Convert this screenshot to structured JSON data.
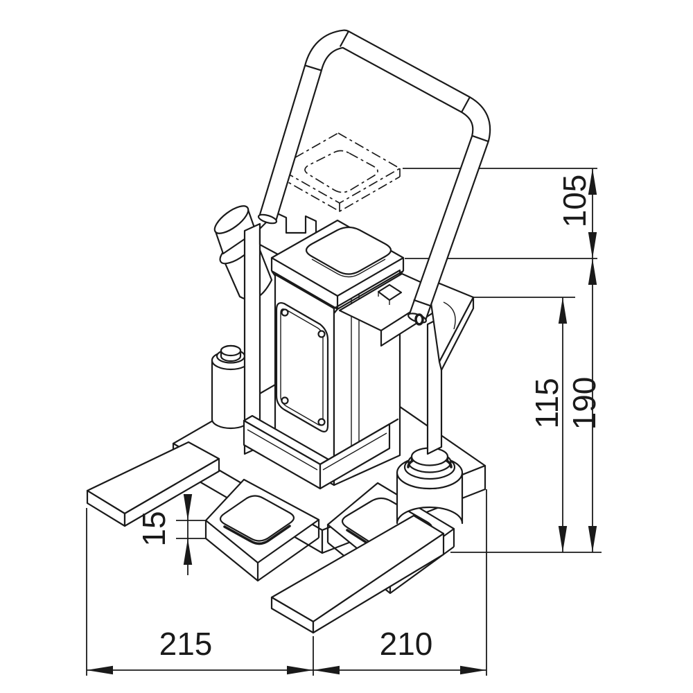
{
  "drawing": {
    "kind": "isometric technical line drawing",
    "subject": "hydraulic toe jack with carry handle",
    "colors": {
      "line": "#1a1a1a",
      "background": "#ffffff"
    }
  },
  "dimensions": {
    "raised_stroke": {
      "label": "105",
      "orientation": "vertical"
    },
    "toe_top_height": {
      "label": "115",
      "orientation": "vertical"
    },
    "overall_height": {
      "label": "190",
      "orientation": "vertical"
    },
    "toe_min_height": {
      "label": "15",
      "orientation": "vertical"
    },
    "left_foot_span": {
      "label": "215",
      "orientation": "horizontal"
    },
    "right_foot_span": {
      "label": "210",
      "orientation": "horizontal"
    }
  }
}
